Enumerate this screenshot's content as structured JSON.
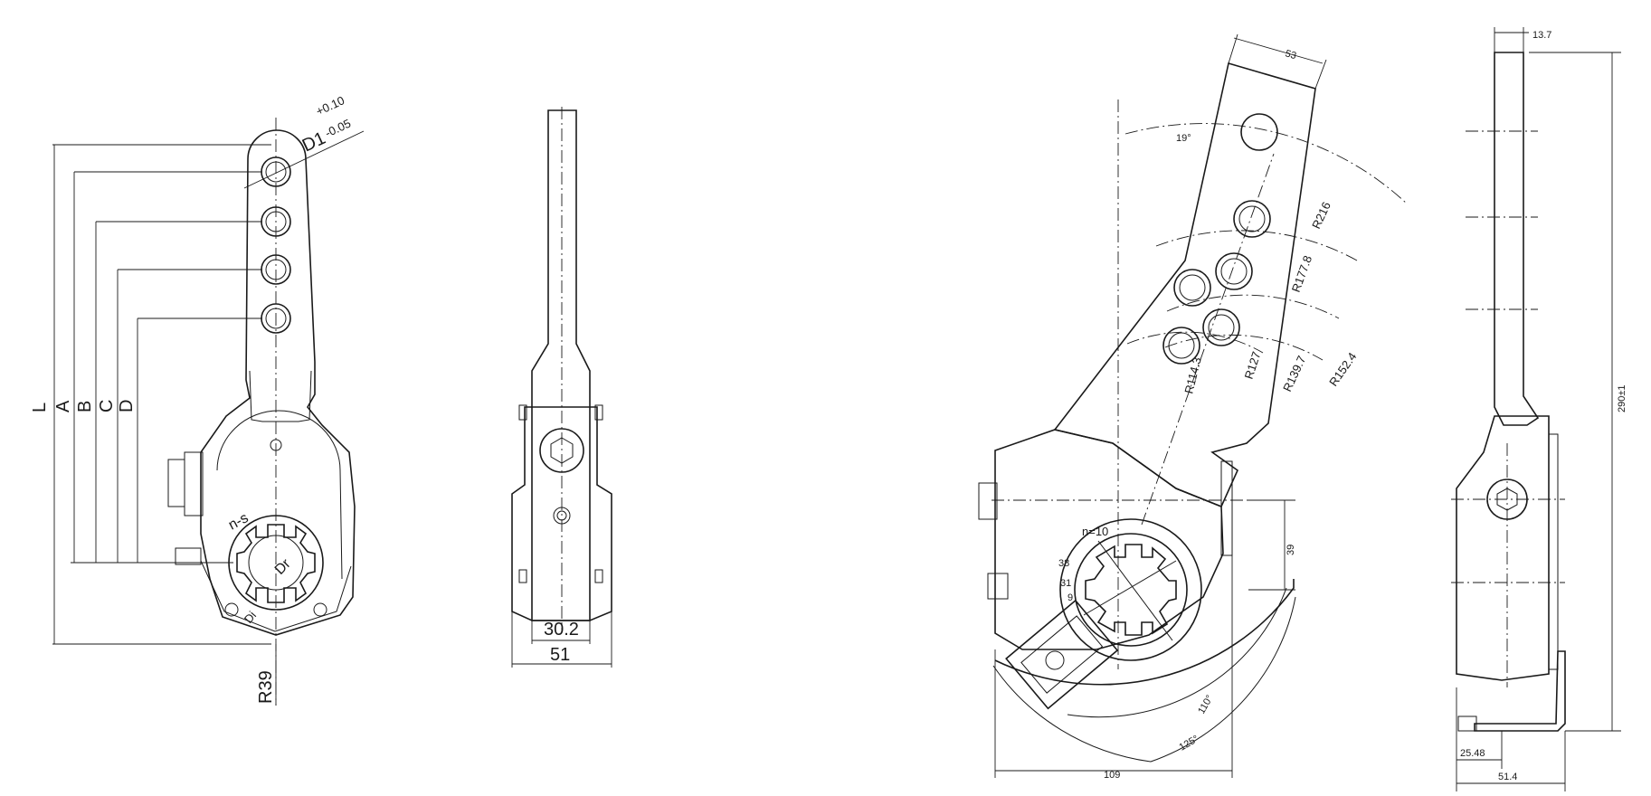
{
  "views": {
    "front": {
      "label_L": "L",
      "label_A": "A",
      "label_B": "B",
      "label_C": "C",
      "label_D": "D",
      "hole_dia": "D1",
      "tol_plus": "+0.10",
      "tol_minus": "-0.05",
      "spline_count": "n-s",
      "spline_dia": "Dr",
      "inner_dia": "Di",
      "radius": "R39"
    },
    "side": {
      "width_inner": "30.2",
      "width_outer": "51"
    },
    "angled": {
      "width_top": "53",
      "angle_19": "19°",
      "r216": "R216",
      "r1778": "R177.8",
      "r1524": "R152.4",
      "r1397": "R139.7",
      "r127": "R127",
      "r1143": "R114.3",
      "spline_count": "n=10",
      "d38": "38",
      "d31": "31",
      "d9": "9",
      "height_39": "39",
      "angle_110": "110°",
      "angle_125": "125°",
      "width_109": "109"
    },
    "right": {
      "top_dim": "13.7",
      "height": "290±1",
      "bottom_25": "25.48",
      "bottom_51": "51.4"
    }
  },
  "colors": {
    "line": "#1a1a1a",
    "paper": "#ffffff"
  }
}
